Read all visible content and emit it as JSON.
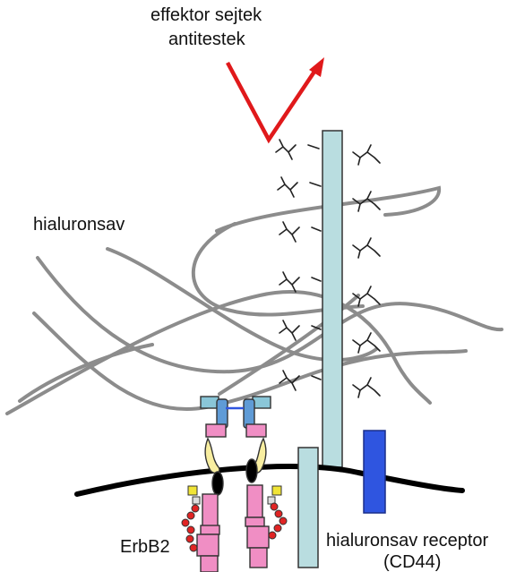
{
  "labels": {
    "effector_line1": "effektor sejtek",
    "effector_line2": "antitestek",
    "hyaluronic_acid": "hialuronsav",
    "receptor_line1": "hialuronsav receptor",
    "receptor_line2": "(CD44)",
    "erbb2": "ErbB2"
  },
  "colors": {
    "arrow": "#e0191b",
    "fiber": "#8c8c8c",
    "membrane": "#000000",
    "mucin_core": "#b9dde0",
    "cd44": "#2f55e0",
    "erbb2_pink": "#f08ec4",
    "erbb2_blue": "#5f9bd6",
    "erbb2_yellow": "#f8eea0",
    "glycan_red": "#e02424",
    "glycan_yellow": "#f0e436"
  }
}
